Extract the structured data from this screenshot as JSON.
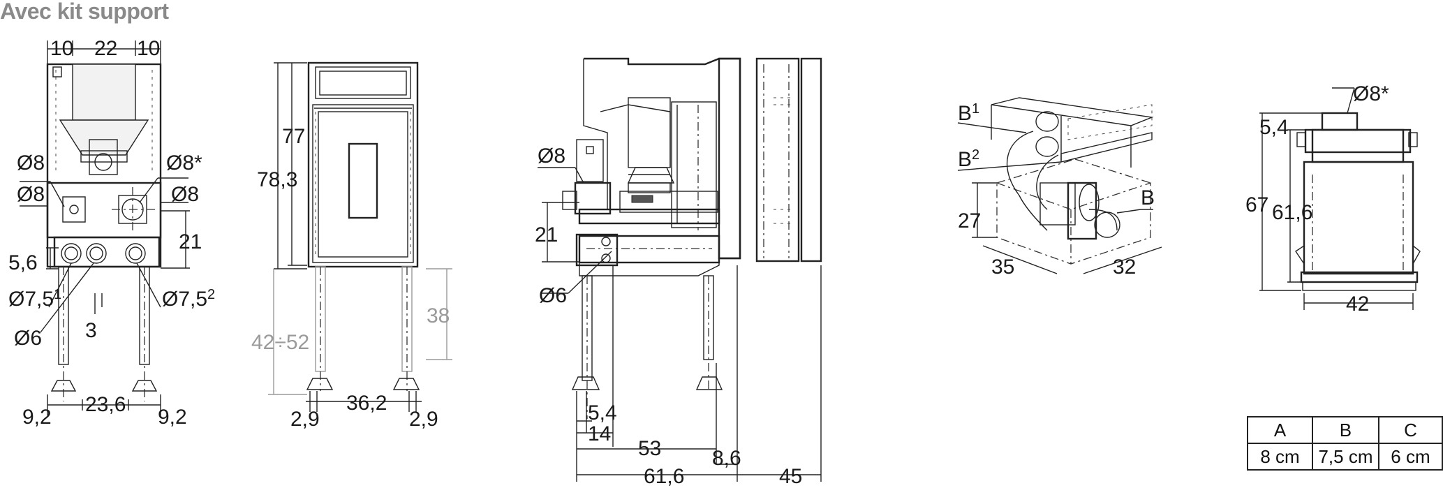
{
  "heading": "Avec kit support",
  "dims": {
    "v1_top_10a": "10",
    "v1_top_22": "22",
    "v1_top_10b": "10",
    "v1_d8_left1": "Ø8",
    "v1_d8_left2": "Ø8",
    "v1_d8_right_star": "Ø8*",
    "v1_d8_right": "Ø8",
    "v1_21": "21",
    "v1_5_6": "5,6",
    "v1_d7_5_1": "Ø7,5",
    "v1_d7_5_1_sup": "1",
    "v1_d7_5_2": "Ø7,5",
    "v1_d7_5_2_sup": "2",
    "v1_d6": "Ø6",
    "v1_3": "3",
    "v1_9_2a": "9,2",
    "v1_23_6": "23,6",
    "v1_9_2b": "9,2",
    "v2_77": "77",
    "v2_78_3": "78,3",
    "v2_38": "38",
    "v2_42_52": "42÷52",
    "v2_2_9a": "2,9",
    "v2_36_2": "36,2",
    "v2_2_9b": "2,9",
    "v3_d8": "Ø8",
    "v3_21": "21",
    "v3_d6": "Ø6",
    "v3_5_4": "5,4",
    "v3_14": "14",
    "v3_53": "53",
    "v3_8_6": "8,6",
    "v3_61_6": "61,6",
    "v3_45": "45",
    "v4_b1": "B",
    "v4_b1_sup": "1",
    "v4_b2": "B",
    "v4_b2_sup": "2",
    "v4_b": "B",
    "v4_27": "27",
    "v4_35": "35",
    "v4_32": "32",
    "v5_d8_star": "Ø8*",
    "v5_5_4": "5,4",
    "v5_67": "67",
    "v5_61_6": "61,6",
    "v5_42": "42"
  },
  "table": {
    "headers": [
      "A",
      "B",
      "C"
    ],
    "values": [
      "8 cm",
      "7,5 cm",
      "6 cm"
    ]
  }
}
